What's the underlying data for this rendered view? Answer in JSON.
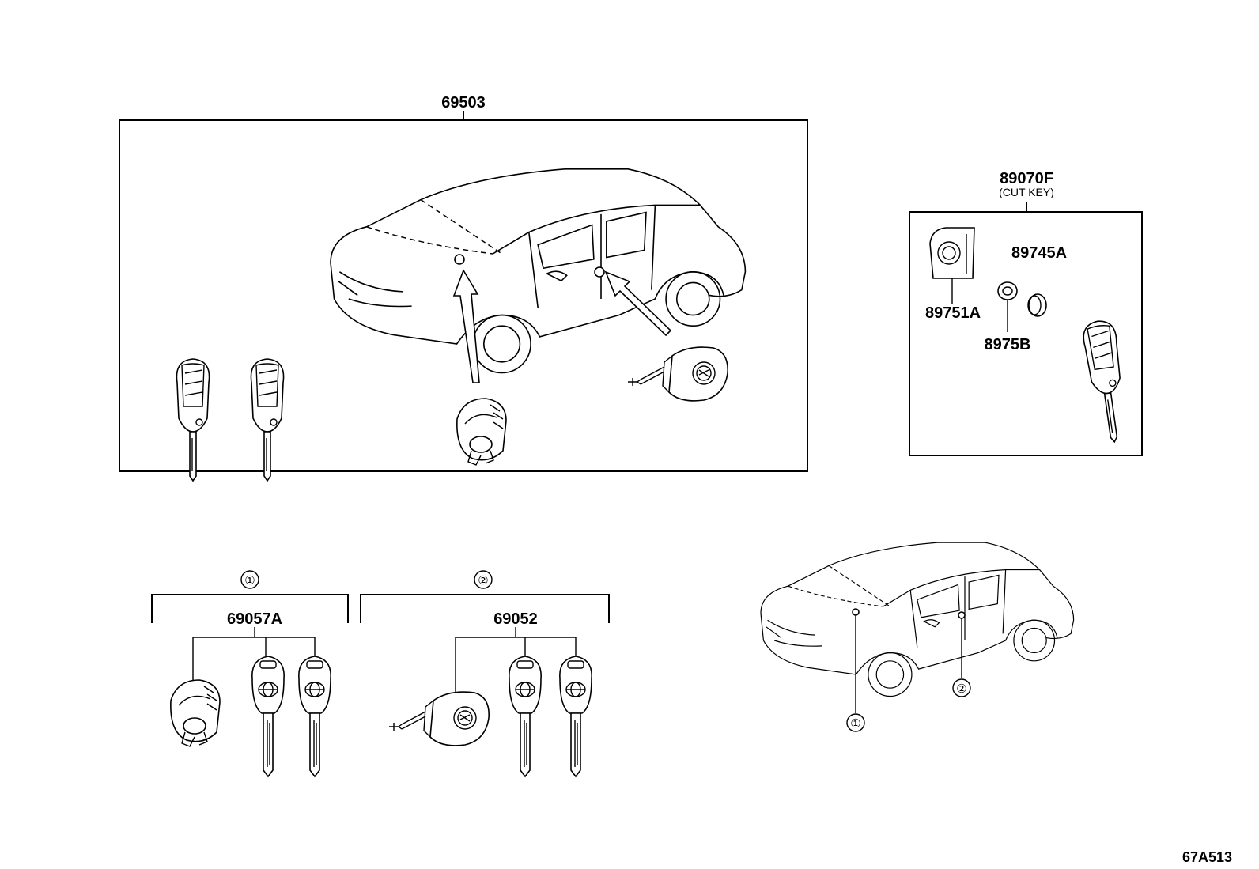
{
  "main_assembly": {
    "part_number": "69503"
  },
  "cut_key_kit": {
    "part_number": "89070F",
    "note": "(CUT KEY)",
    "parts": [
      "89745A",
      "89751A",
      "8975B"
    ]
  },
  "sub_assembly_1": {
    "callout": "①",
    "part_number": "69057A"
  },
  "sub_assembly_2": {
    "callout": "②",
    "part_number": "69052"
  },
  "location_view": {
    "callout_1": "①",
    "callout_2": "②"
  },
  "diagram_code": "67A513"
}
